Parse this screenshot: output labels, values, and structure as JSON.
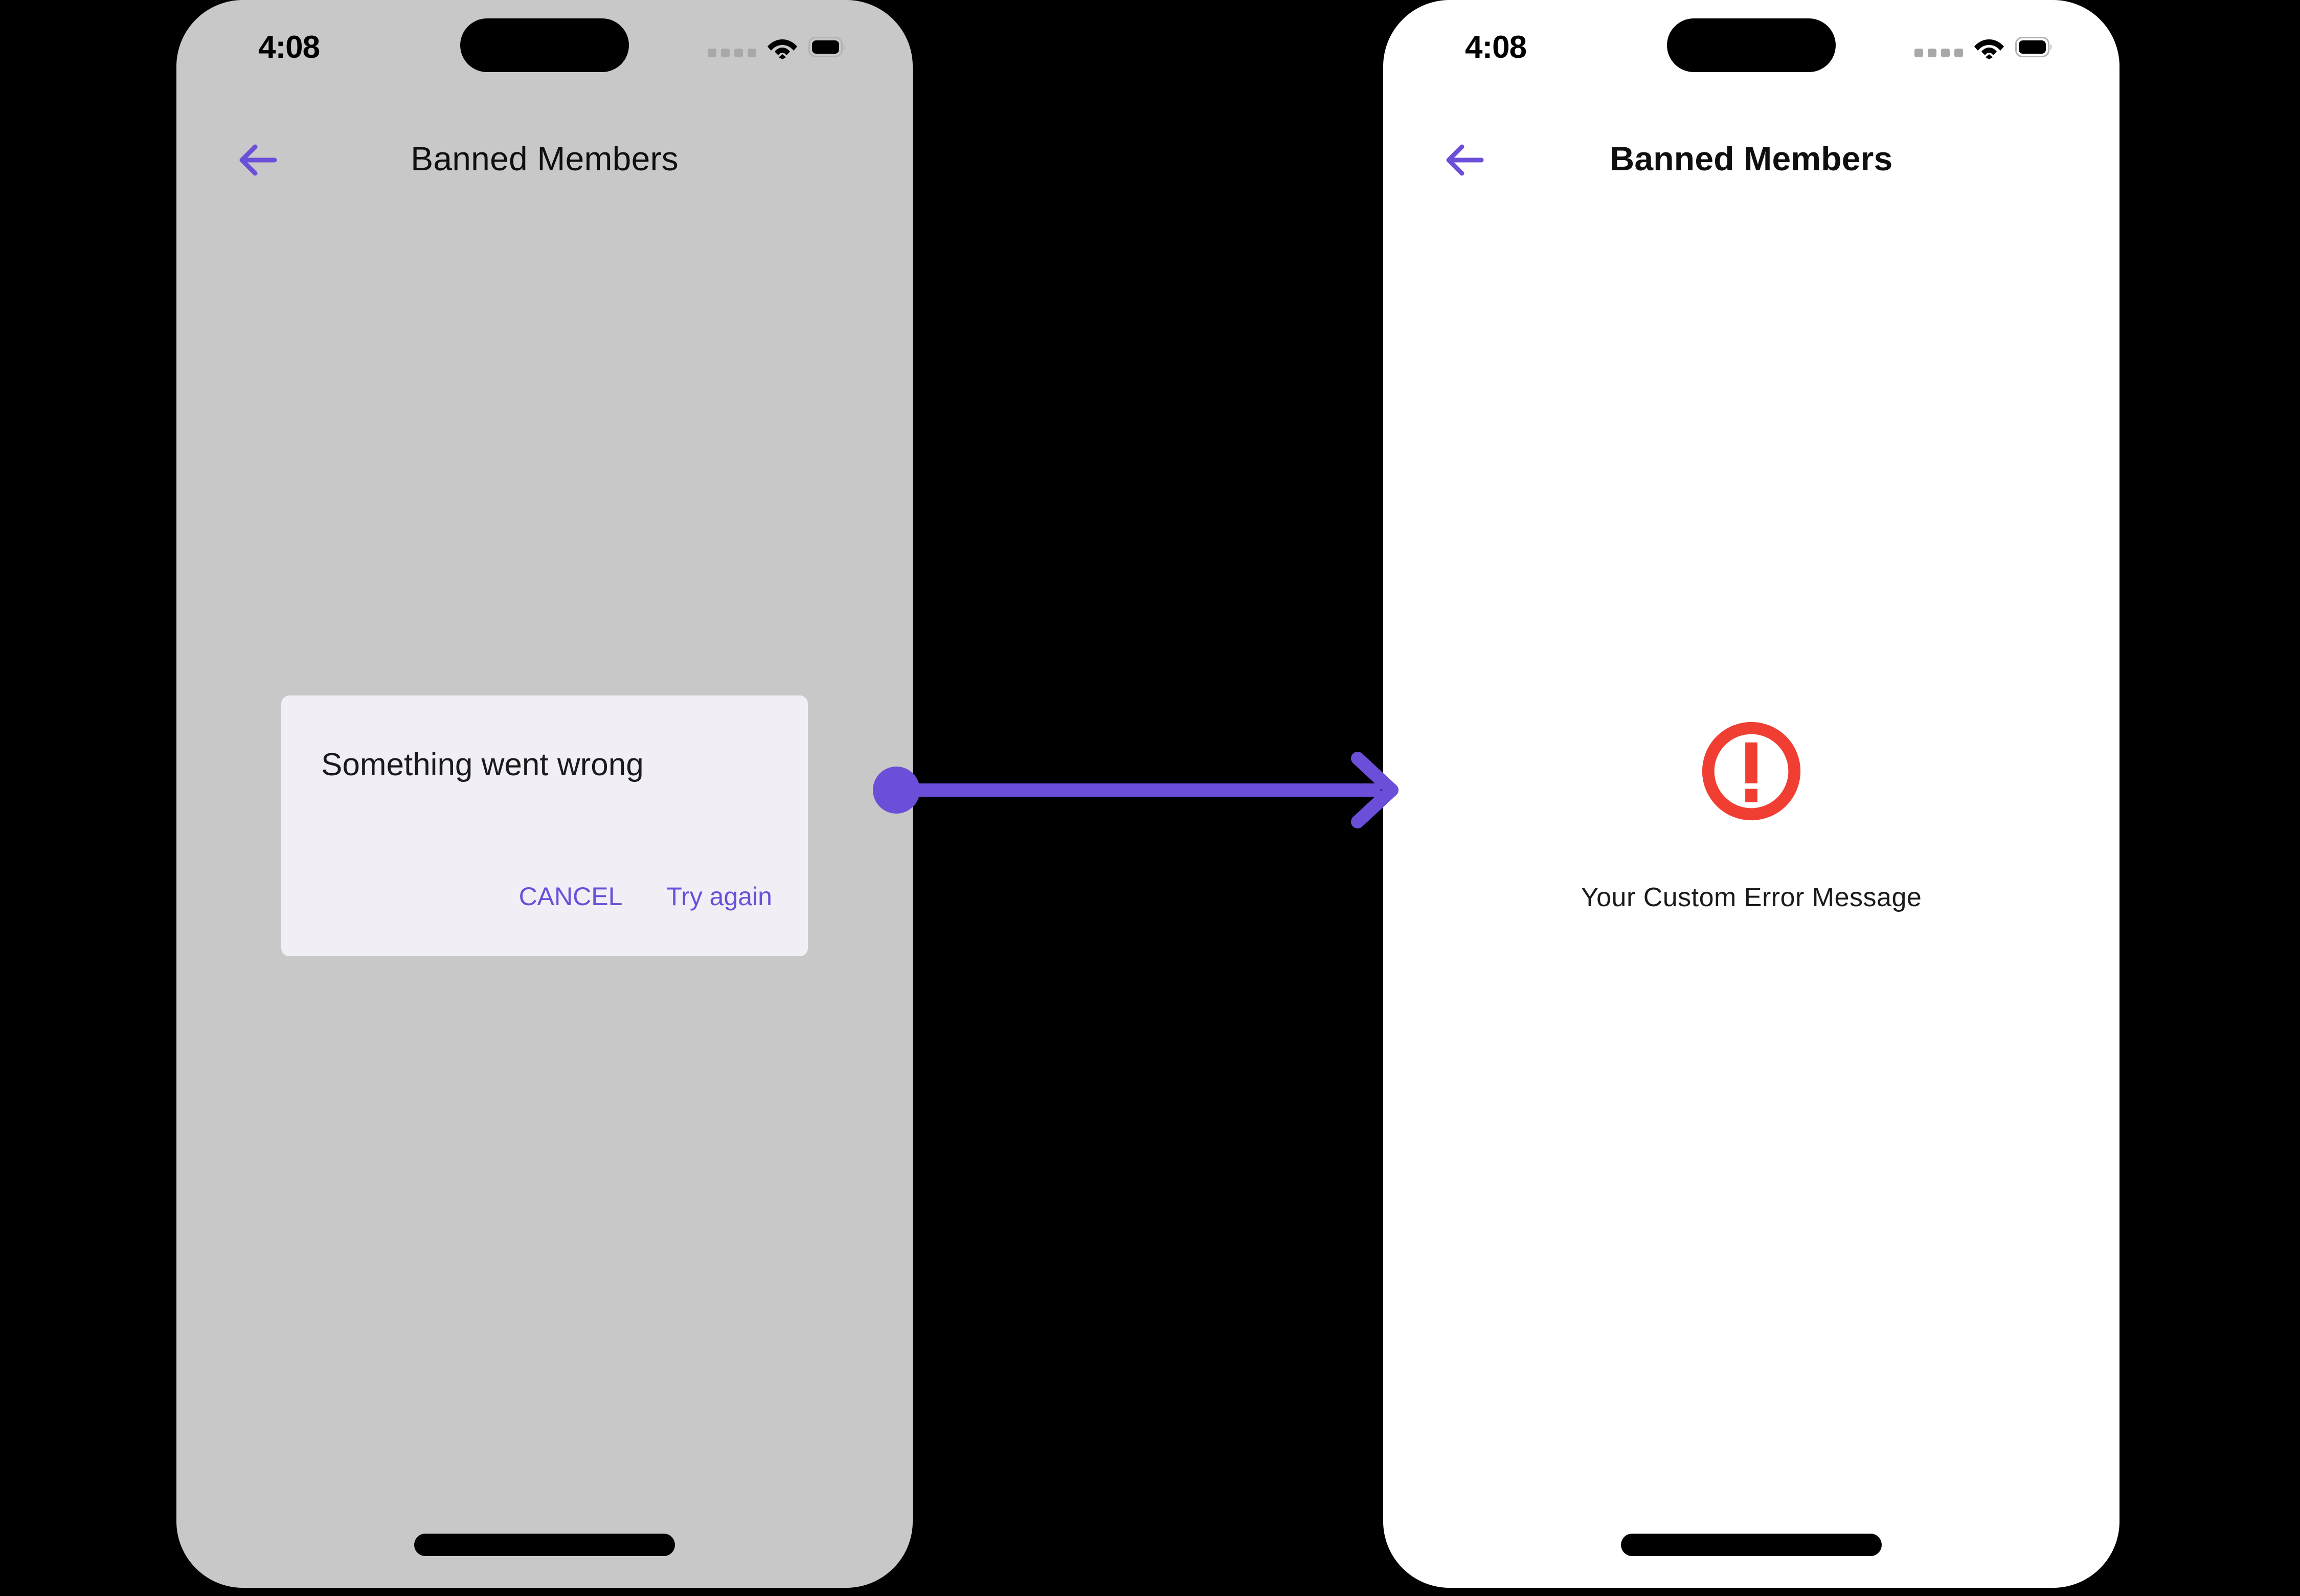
{
  "canvas": {
    "background": "#000000",
    "accent_purple": "#6b4fd8",
    "error_red": "#f03e33"
  },
  "phones": [
    {
      "id": "before",
      "screen_background": "#c8c8c8",
      "status_bar": {
        "time": "4:08",
        "signal_icon": "signal-dots-icon",
        "wifi_icon": "wifi-icon",
        "battery_icon": "battery-full-icon",
        "dynamic_island": "dynamic-island"
      },
      "nav": {
        "back_icon": "back-arrow-icon",
        "title": "Banned Members"
      },
      "dialog": {
        "title": "Something went wrong",
        "cancel_label": "CANCEL",
        "retry_label": "Try again",
        "background": "#f1eef6"
      },
      "home_indicator": "home-indicator"
    },
    {
      "id": "after",
      "screen_background": "#ffffff",
      "status_bar": {
        "time": "4:08",
        "signal_icon": "signal-dots-icon",
        "wifi_icon": "wifi-icon",
        "battery_icon": "battery-full-icon",
        "dynamic_island": "dynamic-island"
      },
      "nav": {
        "back_icon": "back-arrow-icon",
        "title": "Banned Members"
      },
      "error_state": {
        "icon": "error-exclamation-circle-icon",
        "message": "Your Custom Error Message"
      },
      "home_indicator": "home-indicator"
    }
  ],
  "connector": {
    "type": "arrow-right",
    "color": "#6b4fd8",
    "start_marker": "dot",
    "end_marker": "arrowhead"
  }
}
